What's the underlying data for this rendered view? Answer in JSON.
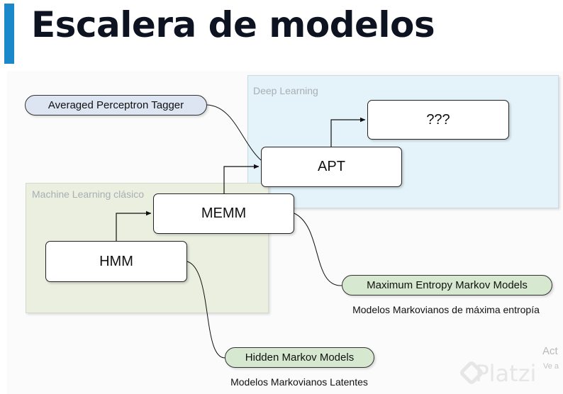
{
  "slide": {
    "title": "Escalera de modelos"
  },
  "regions": {
    "deep_learning": "Deep Learning",
    "classic_ml": "Machine Learning clásico"
  },
  "nodes": {
    "unknown": "???",
    "apt": "APT",
    "memm": "MEMM",
    "hmm": "HMM"
  },
  "annotations": {
    "apt": "Averaged Perceptron Tagger",
    "memm": "Maximum Entropy Markov Models",
    "memm_caption": "Modelos Markovianos de máxima entropía",
    "hmm": "Hidden Markov Models",
    "hmm_caption": "Modelos Markovianos Latentes"
  },
  "overlay": {
    "activation_text": "Act",
    "activation_subtext": "Ve a",
    "watermark": "Platzi"
  },
  "colors": {
    "title_accent": "#1b88c9",
    "deep_learning_region": "#e4f3fa",
    "classic_ml_region": "#eaefe0",
    "blue_pill": "#dde5f3",
    "green_pill": "#d7e8d0"
  }
}
